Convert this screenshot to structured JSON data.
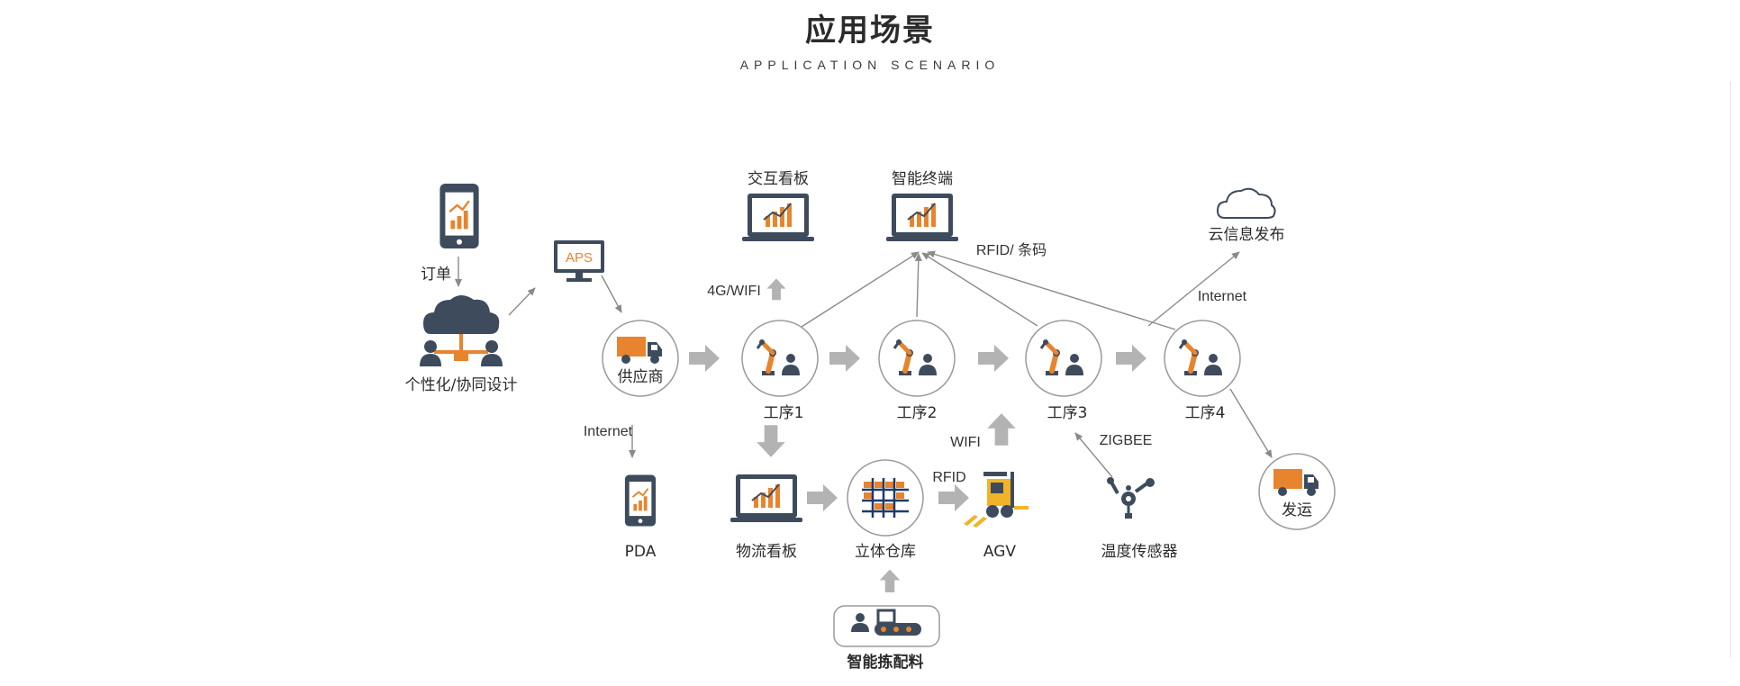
{
  "header": {
    "title": "应用场景",
    "subtitle": "APPLICATION SCENARIO"
  },
  "nodes": {
    "order": "订单",
    "design": "个性化/协同设计",
    "aps": "APS",
    "supplier": "供应商",
    "pda": "PDA",
    "interactive_board": "交互看板",
    "smart_terminal": "智能终端",
    "process1": "工序1",
    "process2": "工序2",
    "process3": "工序3",
    "process4": "工序4",
    "cloud": "云信息发布",
    "logistics_board": "物流看板",
    "warehouse": "立体仓库",
    "agv": "AGV",
    "temp_sensor": "温度传感器",
    "shipping": "发运",
    "picking": "智能拣配料"
  },
  "edge_labels": {
    "wifi_4g": "4G/WIFI",
    "rfid_barcode": "RFID/ 条码",
    "internet_cloud": "Internet",
    "internet_pda": "Internet",
    "wifi": "WIFI",
    "rfid": "RFID",
    "zigbee": "ZIGBEE"
  },
  "colors": {
    "dark": "#3d4b5c",
    "orange": "#e8842e",
    "arrow_gray": "#b3b3b3",
    "line_gray": "#8a8a8a",
    "circle_stroke": "#9a9a9a",
    "agv_yellow": "#f0b429"
  },
  "icons": [
    "phone-chart-icon",
    "cloud-network-icon",
    "monitor-aps-icon",
    "truck-icon",
    "robot-arm-icon",
    "laptop-chart-icon",
    "cloud-icon",
    "shelf-grid-icon",
    "forklift-icon",
    "sensor-icon",
    "conveyor-icon"
  ]
}
